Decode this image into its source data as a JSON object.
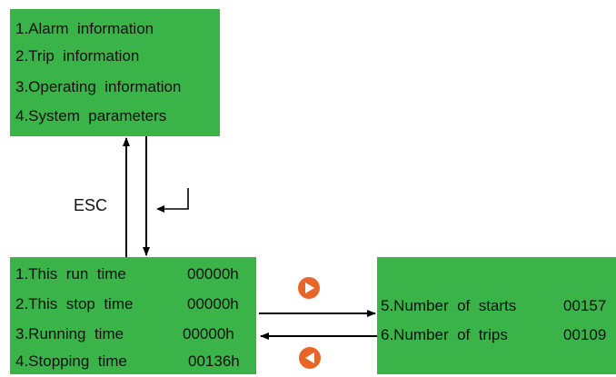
{
  "main_menu": {
    "items": [
      "1.Alarm  information",
      "2.Trip  information",
      "3.Operating  information",
      "4.System  parameters"
    ]
  },
  "operating_page_1": {
    "rows": [
      {
        "label": "1.This  run  time",
        "value": "00000h"
      },
      {
        "label": "2.This  stop  time",
        "value": "00000h"
      },
      {
        "label": "3.Running  time",
        "value": "00000h"
      },
      {
        "label": "4.Stopping  time",
        "value": "00136h"
      }
    ]
  },
  "operating_page_2": {
    "rows": [
      {
        "label": "5.Number  of  starts",
        "value": "00157"
      },
      {
        "label": "6.Number  of  trips",
        "value": "00109"
      }
    ]
  },
  "nav": {
    "esc_label": "ESC",
    "enter_icon": "enter-return-icon",
    "right_button_icon": "right-triangle-icon",
    "left_button_icon": "left-triangle-icon"
  },
  "colors": {
    "panel": "#3ab449",
    "button": "#e8652a",
    "line": "#000000"
  }
}
